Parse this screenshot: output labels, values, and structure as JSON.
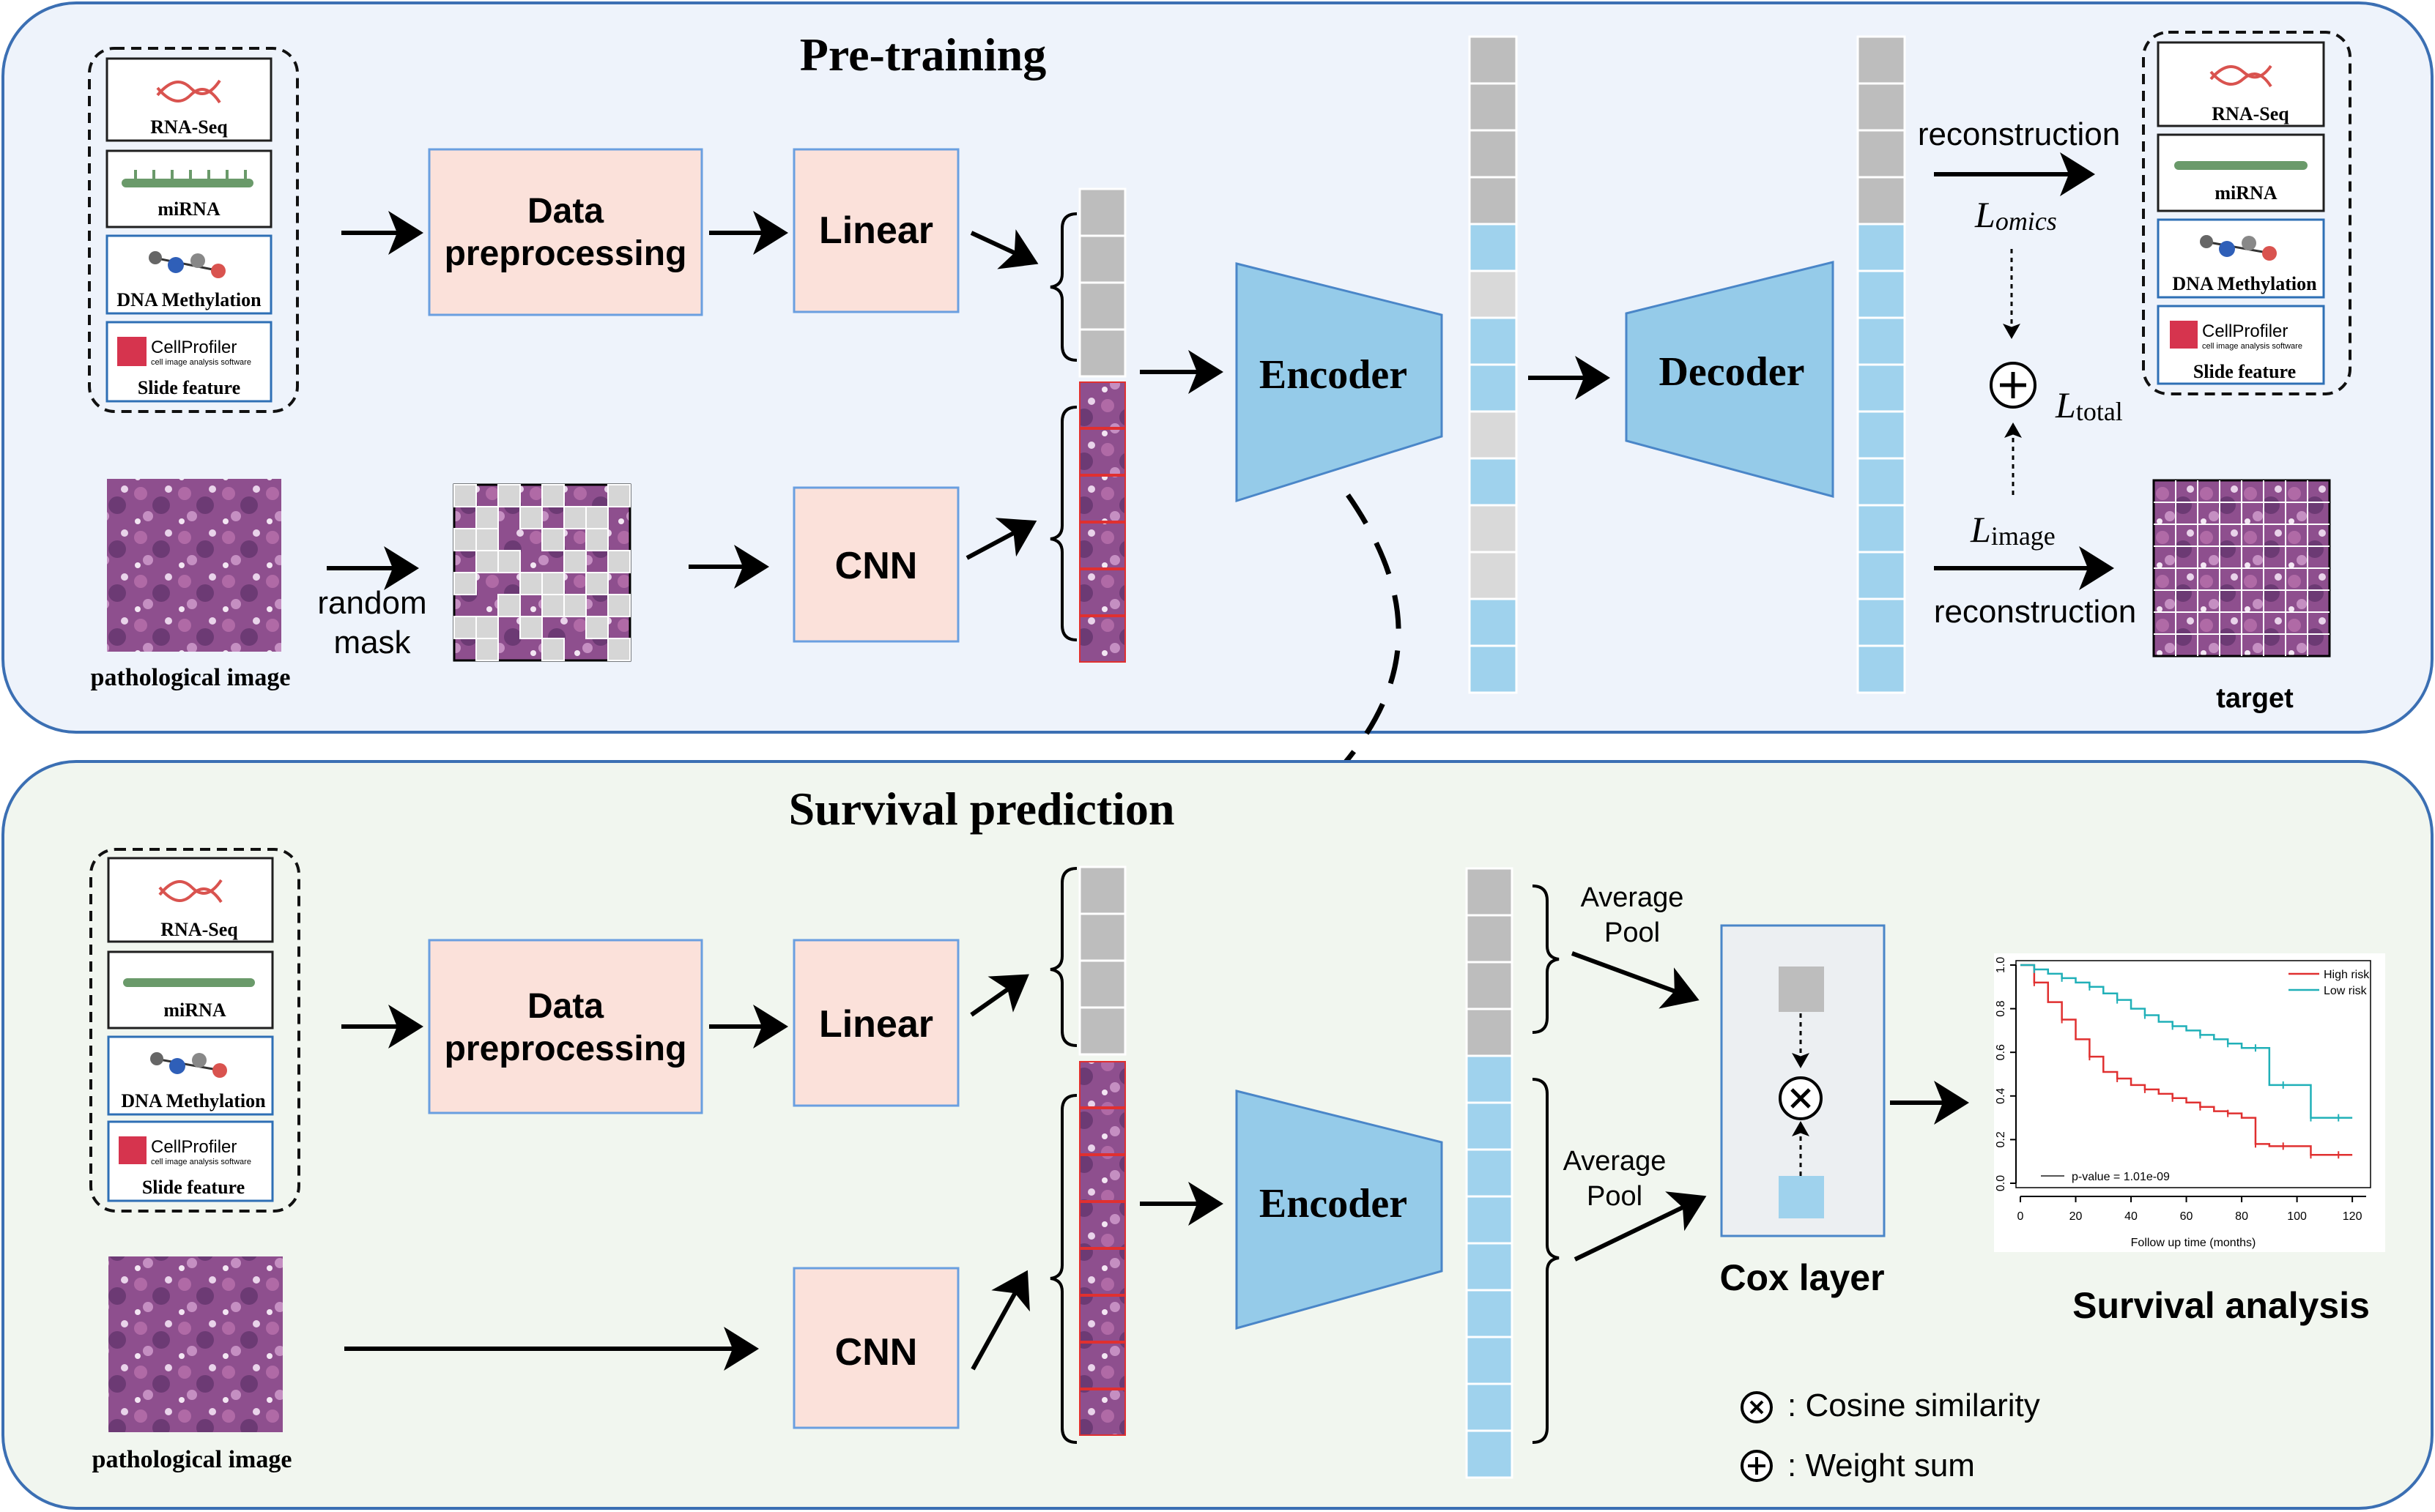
{
  "top": {
    "title": "Pre-training",
    "omics": [
      "RNA-Seq",
      "miRNA",
      "DNA Methylation",
      "Slide feature"
    ],
    "cellprofiler": {
      "name": "CellProfiler",
      "sub": "cell image analysis software"
    },
    "preprocess": [
      "Data",
      "preprocessing"
    ],
    "linear": "Linear",
    "cnn": "CNN",
    "encoder": "Encoder",
    "decoder": "Decoder",
    "pathology_label": "pathological image",
    "random_mask": [
      "random",
      "mask"
    ],
    "reconstruction_top": "reconstruction",
    "reconstruction_bottom": "reconstruction",
    "l_omics": {
      "main": "L",
      "sub": "omics"
    },
    "l_image": {
      "main": "L",
      "sub": "image"
    },
    "l_total": {
      "main": "L",
      "sub": "total"
    },
    "target": "target"
  },
  "bottom": {
    "title": "Survival prediction",
    "omics": [
      "RNA-Seq",
      "miRNA",
      "DNA Methylation",
      "Slide feature"
    ],
    "preprocess": [
      "Data",
      "preprocessing"
    ],
    "linear": "Linear",
    "cnn": "CNN",
    "encoder": "Encoder",
    "pathology_label": "pathological image",
    "avg_pool_1": [
      "Average",
      "Pool"
    ],
    "avg_pool_2": [
      "Average",
      "Pool"
    ],
    "cox_layer": "Cox layer",
    "survival_analysis": "Survival analysis",
    "legend_cosine": ": Cosine similarity",
    "legend_weight": ": Weight sum"
  },
  "chart_data": {
    "type": "line",
    "xlabel": "Follow up time (months)",
    "ylabel": "",
    "xticks": [
      0,
      20,
      40,
      60,
      80,
      100,
      120
    ],
    "yticks": [
      0.0,
      0.2,
      0.4,
      0.6,
      0.8,
      1.0
    ],
    "xlim": [
      0,
      125
    ],
    "ylim": [
      0,
      1.0
    ],
    "annotation": "p-value = 1.01e-09",
    "series": [
      {
        "name": "High risk",
        "color": "#e03030",
        "x": [
          0,
          5,
          10,
          15,
          20,
          25,
          30,
          35,
          40,
          45,
          50,
          55,
          60,
          65,
          70,
          75,
          80,
          85,
          90,
          95,
          100,
          105,
          110,
          115,
          120
        ],
        "y": [
          1.0,
          0.92,
          0.83,
          0.75,
          0.66,
          0.58,
          0.51,
          0.48,
          0.45,
          0.43,
          0.41,
          0.39,
          0.37,
          0.35,
          0.33,
          0.32,
          0.3,
          0.18,
          0.17,
          0.17,
          0.17,
          0.13,
          0.13,
          0.13,
          0.13
        ]
      },
      {
        "name": "Low risk",
        "color": "#20b0b8",
        "x": [
          0,
          5,
          10,
          15,
          20,
          25,
          30,
          35,
          40,
          45,
          50,
          55,
          60,
          65,
          70,
          75,
          80,
          85,
          90,
          95,
          100,
          105,
          110,
          115,
          120
        ],
        "y": [
          1.0,
          0.98,
          0.96,
          0.94,
          0.92,
          0.9,
          0.87,
          0.84,
          0.8,
          0.77,
          0.74,
          0.72,
          0.7,
          0.68,
          0.66,
          0.64,
          0.62,
          0.62,
          0.45,
          0.45,
          0.45,
          0.3,
          0.3,
          0.3,
          0.3
        ]
      }
    ]
  },
  "colors": {
    "panel_border": "#3b6fb3",
    "encoder_fill": "#95cbe9",
    "box_fill": "#fbe1da",
    "token_gray": "#bdbdbd",
    "token_blue": "#9fd2ed"
  }
}
